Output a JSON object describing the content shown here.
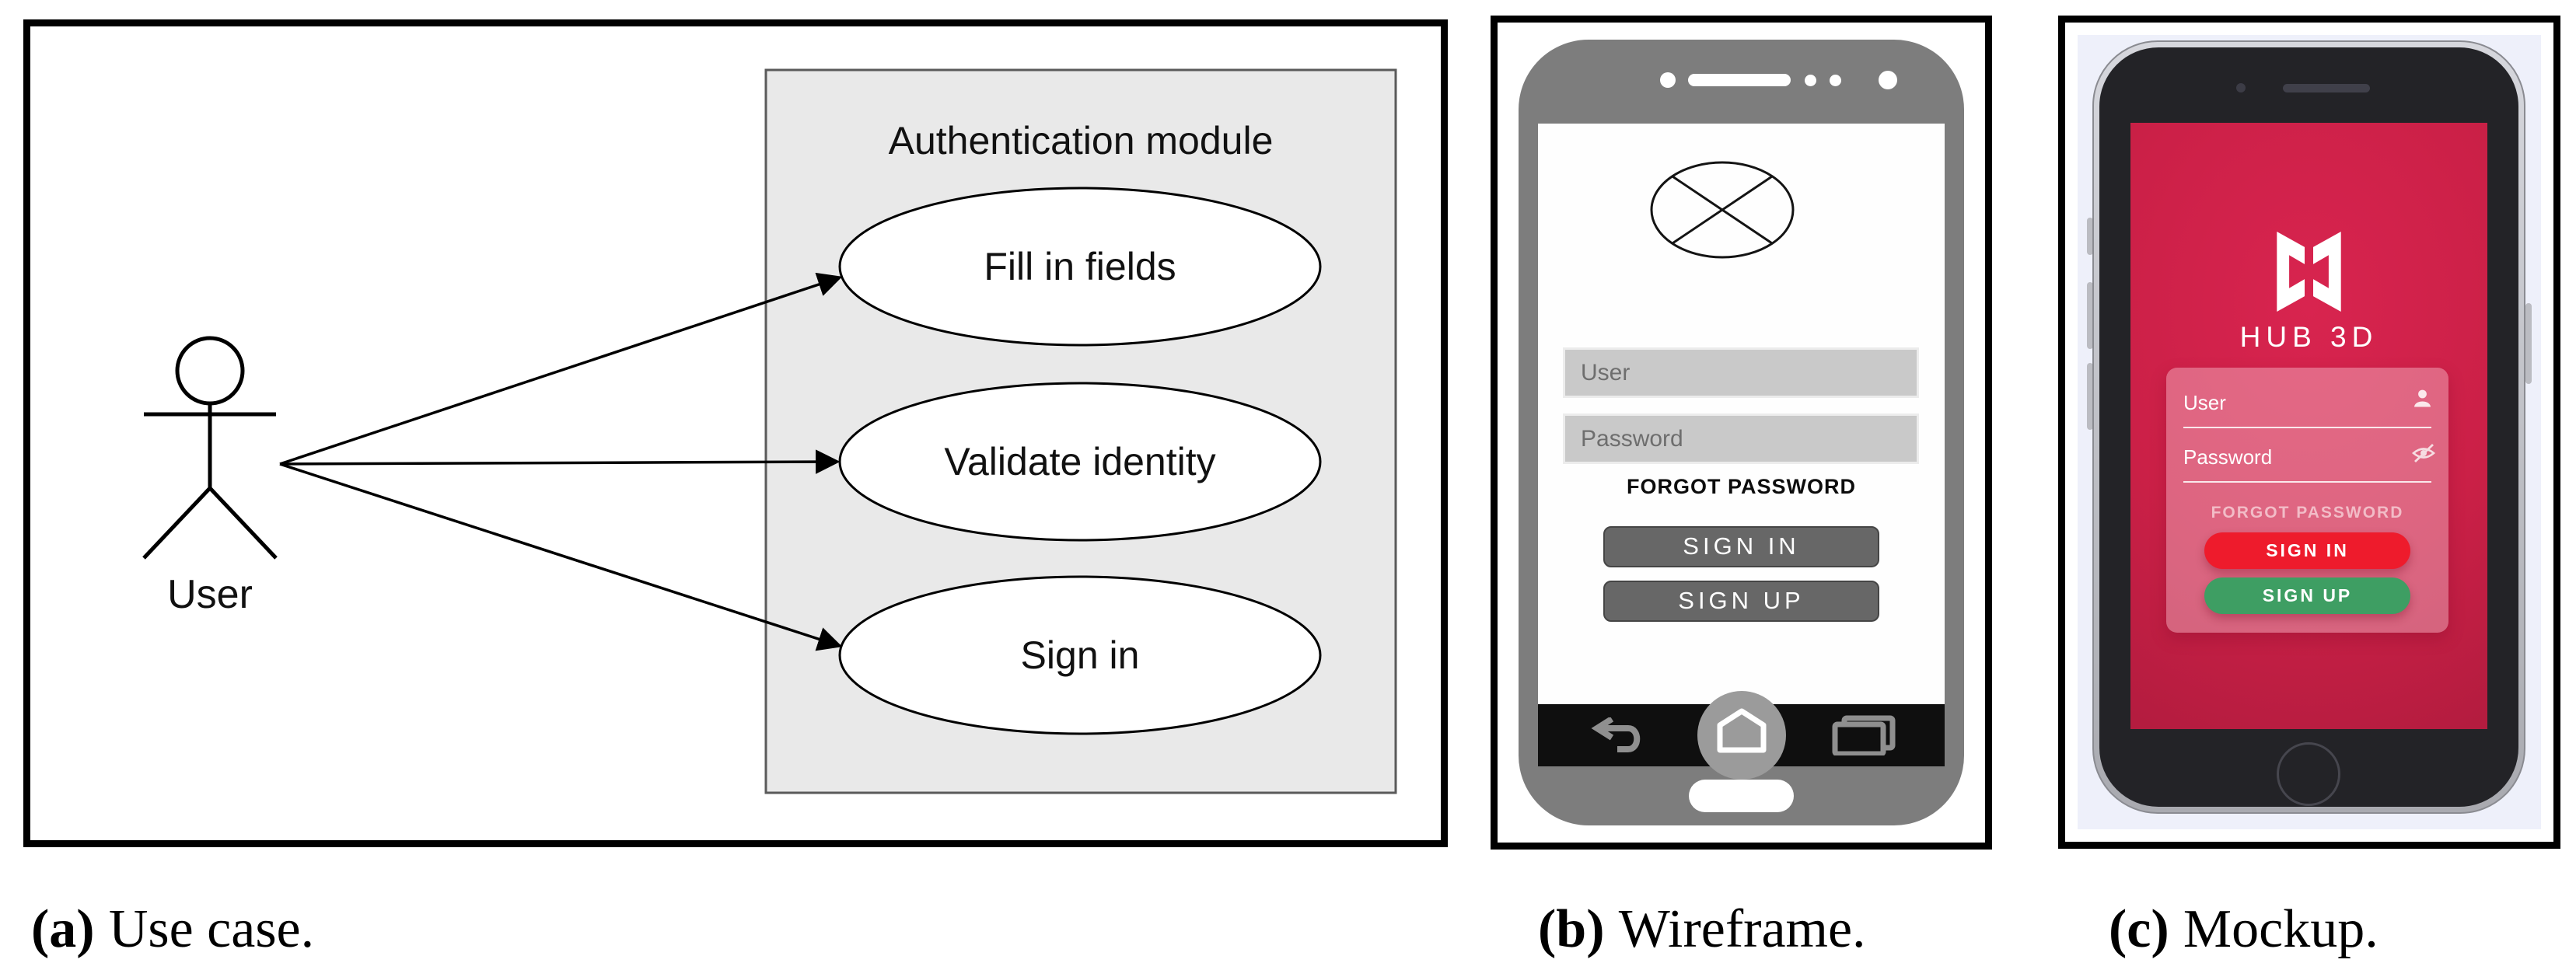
{
  "figure": {
    "panel_a": {
      "caption_label": "(a)",
      "caption_text": "Use case.",
      "diagram": {
        "actor_label": "User",
        "package_title": "Authentication module",
        "use_cases": [
          "Fill in fields",
          "Validate identity",
          "Sign in"
        ]
      }
    },
    "panel_b": {
      "caption_label": "(b)",
      "caption_text": "Wireframe.",
      "phone": {
        "username_placeholder": "User",
        "password_placeholder": "Password",
        "forgot_password_label": "FORGOT PASSWORD",
        "sign_in_label": "SIGN IN",
        "sign_up_label": "SIGN UP",
        "icons": [
          "image-placeholder-icon",
          "back-icon",
          "home-icon",
          "recents-icon"
        ],
        "colors": {
          "phone_body": "#7d7d7d",
          "input_gray": "#c9c9c9",
          "button_gray": "#676767",
          "nav_black": "#0f0f0f"
        }
      }
    },
    "panel_c": {
      "caption_label": "(c)",
      "caption_text": "Mockup.",
      "phone": {
        "app_name": "HUB 3D",
        "username_placeholder": "User",
        "password_placeholder": "Password",
        "forgot_password_label": "FORGOT PASSWORD",
        "sign_in_label": "SIGN IN",
        "sign_up_label": "SIGN UP",
        "icons": [
          "hub3d-logo-icon",
          "person-icon",
          "eye-off-icon"
        ],
        "colors": {
          "screen_red": "#cb2047",
          "screen_red_dark": "#a81a3b",
          "sign_in_red": "#ee1b2c",
          "sign_up_green": "#3e9e63",
          "forgot_text_pink": "#f2bcc7",
          "stage_background": "#eef0fa"
        }
      }
    }
  }
}
